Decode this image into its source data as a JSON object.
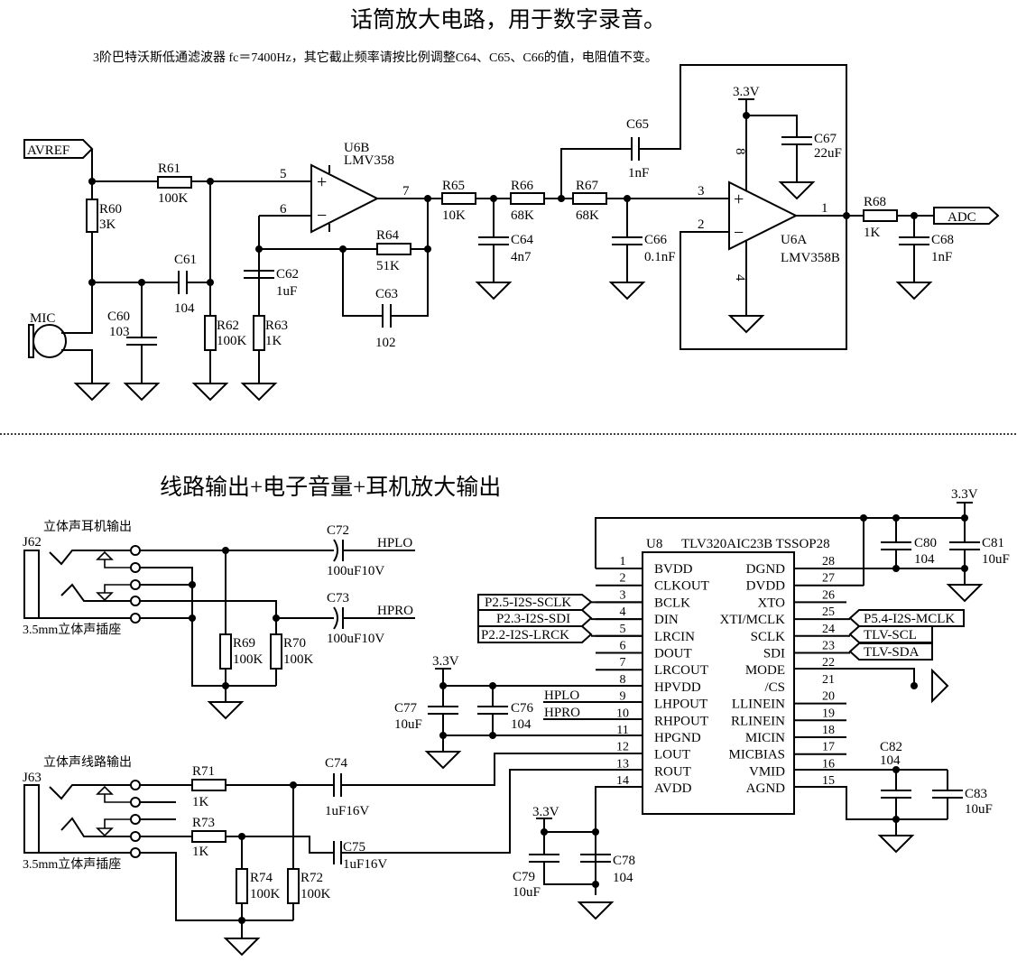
{
  "top": {
    "title": "话筒放大电路，用于数字录音。",
    "note": "3阶巴特沃斯低通滤波器 fc＝7400Hz，其它截止频率请按比例调整C64、C65、C66的值，电阻值不变。",
    "net_avref": "AVREF",
    "net_adc": "ADC",
    "mic": "MIC",
    "vcc": "3.3V",
    "u6b": {
      "ref": "U6B",
      "part": "LMV358",
      "pins": [
        "5",
        "6",
        "7"
      ]
    },
    "u6a": {
      "ref": "U6A",
      "part": "LMV358B",
      "pins": [
        "3",
        "2",
        "1",
        "8",
        "4"
      ]
    },
    "components": {
      "R60": {
        "ref": "R60",
        "value": "3K"
      },
      "R61": {
        "ref": "R61",
        "value": "100K"
      },
      "R62": {
        "ref": "R62",
        "value": "100K"
      },
      "R63": {
        "ref": "R63",
        "value": "1K"
      },
      "R64": {
        "ref": "R64",
        "value": "51K"
      },
      "R65": {
        "ref": "R65",
        "value": "10K"
      },
      "R66": {
        "ref": "R66",
        "value": "68K"
      },
      "R67": {
        "ref": "R67",
        "value": "68K"
      },
      "R68": {
        "ref": "R68",
        "value": "1K"
      },
      "C60": {
        "ref": "C60",
        "value": "103"
      },
      "C61": {
        "ref": "C61",
        "value": "104"
      },
      "C62": {
        "ref": "C62",
        "value": "1uF"
      },
      "C63": {
        "ref": "C63",
        "value": "102"
      },
      "C64": {
        "ref": "C64",
        "value": "4n7"
      },
      "C65": {
        "ref": "C65",
        "value": "1nF"
      },
      "C66": {
        "ref": "C66",
        "value": "0.1nF"
      },
      "C67": {
        "ref": "C67",
        "value": "22uF"
      },
      "C68": {
        "ref": "C68",
        "value": "1nF"
      }
    }
  },
  "bottom": {
    "title": "线路输出+电子音量+耳机放大输出",
    "j62": {
      "ref": "J62",
      "caption": "立体声耳机输出",
      "type": "3.5mm立体声插座"
    },
    "j63": {
      "ref": "J63",
      "caption": "立体声线路输出",
      "type": "3.5mm立体声插座"
    },
    "net_hplo": "HPLO",
    "net_hpro": "HPRO",
    "vcc": "3.3V",
    "components": {
      "C72": {
        "ref": "C72",
        "value": "100uF10V"
      },
      "C73": {
        "ref": "C73",
        "value": "100uF10V"
      },
      "R69": {
        "ref": "R69",
        "value": "100K"
      },
      "R70": {
        "ref": "R70",
        "value": "100K"
      },
      "R71": {
        "ref": "R71",
        "value": "1K"
      },
      "R73": {
        "ref": "R73",
        "value": "1K"
      },
      "R74": {
        "ref": "R74",
        "value": "100K"
      },
      "R72": {
        "ref": "R72",
        "value": "100K"
      },
      "C74": {
        "ref": "C74",
        "value": "1uF16V"
      },
      "C75": {
        "ref": "C75",
        "value": "1uF16V"
      },
      "C76": {
        "ref": "C76",
        "value": "104"
      },
      "C77": {
        "ref": "C77",
        "value": "10uF"
      },
      "C78": {
        "ref": "C78",
        "value": "104"
      },
      "C79": {
        "ref": "C79",
        "value": "10uF"
      },
      "C80": {
        "ref": "C80",
        "value": "104"
      },
      "C81": {
        "ref": "C81",
        "value": "10uF"
      },
      "C82": {
        "ref": "C82",
        "value": "104"
      },
      "C83": {
        "ref": "C83",
        "value": "10uF"
      }
    },
    "u8": {
      "ref": "U8",
      "part": "TLV320AIC23B TSSOP28",
      "left_pins": [
        {
          "num": "1",
          "name": "BVDD"
        },
        {
          "num": "2",
          "name": "CLKOUT"
        },
        {
          "num": "3",
          "name": "BCLK"
        },
        {
          "num": "4",
          "name": "DIN"
        },
        {
          "num": "5",
          "name": "LRCIN"
        },
        {
          "num": "6",
          "name": "DOUT"
        },
        {
          "num": "7",
          "name": "LRCOUT"
        },
        {
          "num": "8",
          "name": "HPVDD"
        },
        {
          "num": "9",
          "name": "LHPOUT"
        },
        {
          "num": "10",
          "name": "RHPOUT"
        },
        {
          "num": "11",
          "name": "HPGND"
        },
        {
          "num": "12",
          "name": "LOUT"
        },
        {
          "num": "13",
          "name": "ROUT"
        },
        {
          "num": "14",
          "name": "AVDD"
        }
      ],
      "right_pins": [
        {
          "num": "28",
          "name": "DGND"
        },
        {
          "num": "27",
          "name": "DVDD"
        },
        {
          "num": "26",
          "name": "XTO"
        },
        {
          "num": "25",
          "name": "XTI/MCLK"
        },
        {
          "num": "24",
          "name": "SCLK"
        },
        {
          "num": "23",
          "name": "SDI"
        },
        {
          "num": "22",
          "name": "MODE"
        },
        {
          "num": "21",
          "name": "/CS"
        },
        {
          "num": "20",
          "name": "LLINEIN"
        },
        {
          "num": "19",
          "name": "RLINEIN"
        },
        {
          "num": "18",
          "name": "MICIN"
        },
        {
          "num": "17",
          "name": "MICBIAS"
        },
        {
          "num": "16",
          "name": "VMID"
        },
        {
          "num": "15",
          "name": "AGND"
        }
      ]
    },
    "net_labels": {
      "sclk": "P2.5-I2S-SCLK",
      "sdi": "P2.3-I2S-SDI",
      "lrck": "P2.2-I2S-LRCK",
      "mclk": "P5.4-I2S-MCLK",
      "scl": "TLV-SCL",
      "sda": "TLV-SDA"
    }
  }
}
